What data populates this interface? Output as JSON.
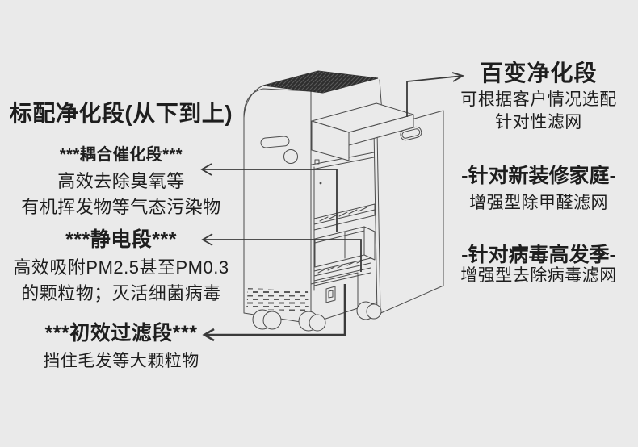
{
  "colors": {
    "background": "#eaeaea",
    "line": "#4c4c4c",
    "leader": "#3a3a3a",
    "grille": "#2e2e2e",
    "hatch": "#5a5a5a",
    "text": "#1e1e1e"
  },
  "left": {
    "title": "标配净化段(从下到上)",
    "coupling": {
      "heading": "***耦合催化段***",
      "line1": "高效去除臭氧等",
      "line2": "有机挥发物等气态污染物"
    },
    "electrostatic": {
      "heading": "***静电段***",
      "line1": "高效吸附PM2.5甚至PM0.3",
      "line2": "的颗粒物；灭活细菌病毒"
    },
    "prefilter": {
      "heading": "***初效过滤段***",
      "line1": "挡住毛发等大颗粒物"
    }
  },
  "right": {
    "modular": {
      "heading": "百变净化段",
      "line1": "可根据客户情况选配",
      "line2": "针对性滤网"
    },
    "renovation": {
      "heading": "-针对新装修家庭-",
      "line1": "增强型除甲醛滤网"
    },
    "virus": {
      "heading": "-针对病毒高发季-",
      "line1": "增强型去除病毒滤网"
    }
  }
}
